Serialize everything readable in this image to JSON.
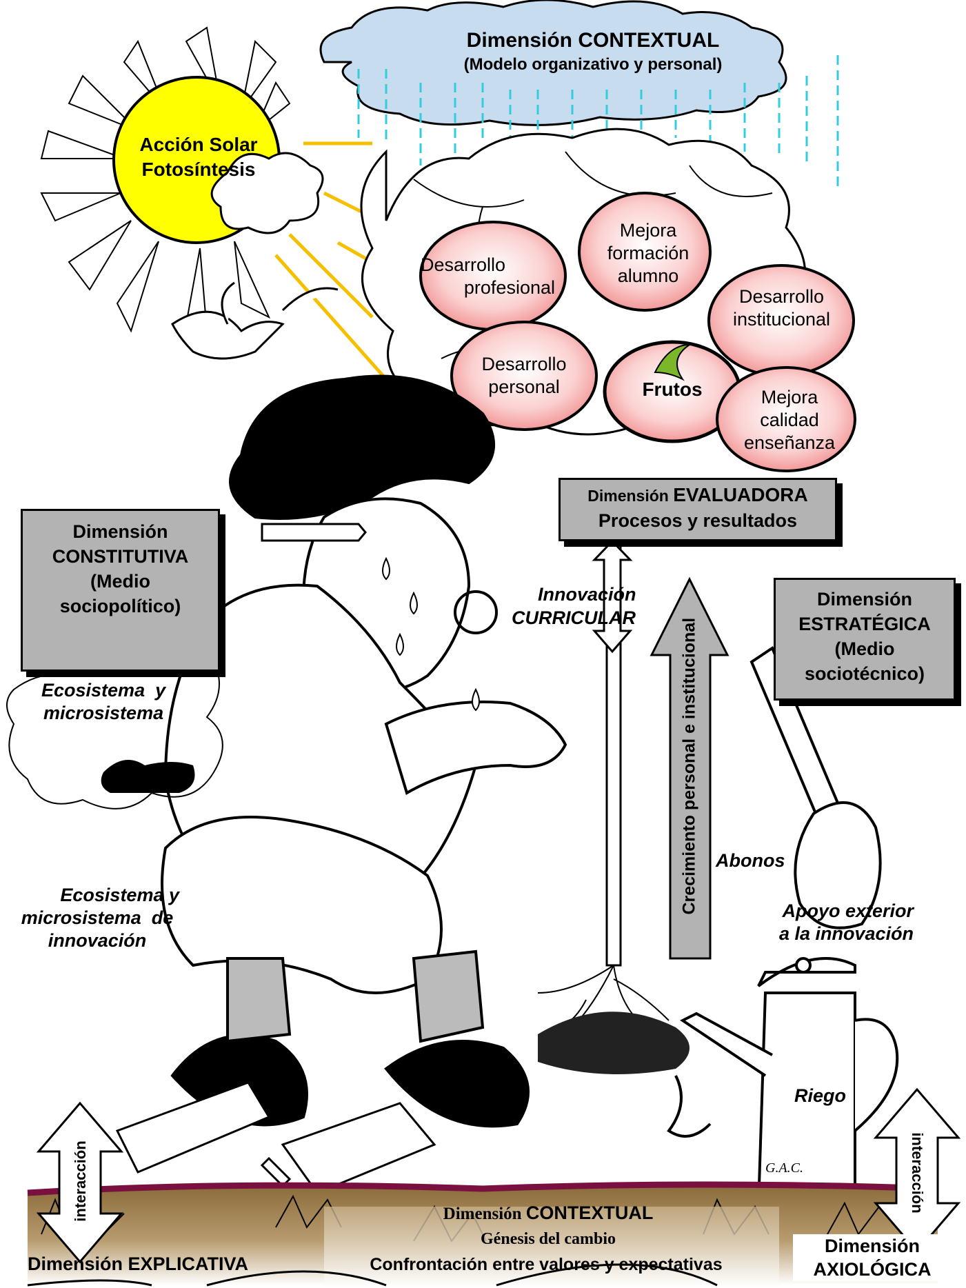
{
  "cloud_top": {
    "line1": "Dimensión CONTEXTUAL",
    "line2": "(Modelo organizativo y personal)"
  },
  "sun": {
    "line1": "Acción Solar",
    "line2": "Fotosíntesis"
  },
  "fruits": {
    "desarrollo_profesional": {
      "line1": "Desarrollo",
      "line2": "profesional"
    },
    "mejora_formacion": {
      "line1": "Mejora",
      "line2": "formación",
      "line3": "alumno"
    },
    "desarrollo_institucional": {
      "line1": "Desarrollo",
      "line2": "institucional"
    },
    "desarrollo_personal": {
      "line1": "Desarrollo",
      "line2": "personal"
    },
    "frutos": "Frutos",
    "mejora_calidad": {
      "line1": "Mejora",
      "line2": "calidad",
      "line3": "enseñanza"
    }
  },
  "boxes": {
    "evaluadora": {
      "line1a": "Dimensión ",
      "line1b": "EVALUADORA",
      "line2": "Procesos y resultados"
    },
    "constitutiva": {
      "line1": "Dimensión",
      "line2": "CONSTITUTIVA",
      "line3": "(Medio",
      "line4": "sociopolítico)"
    },
    "estrategica": {
      "line1": "Dimensión",
      "line2": "ESTRATÉGICA",
      "line3": "(Medio",
      "line4": "sociotécnico)"
    }
  },
  "labels": {
    "innovacion": "Innovación",
    "curricular": "CURRICULAR",
    "crecimiento": "Crecimiento personal e institucional",
    "ecosistema1_a": "Ecosistema  y",
    "ecosistema1_b": "microsistema",
    "ecosistema2_a": "Ecosistema y",
    "ecosistema2_b": "microsistema  de",
    "ecosistema2_c": "innovación",
    "abonos": "Abonos",
    "apoyo_a": "Apoyo exterior",
    "apoyo_b": "a la innovación",
    "riego": "Riego",
    "interaccion_left": "interacción",
    "interaccion_right": "interacción"
  },
  "ground": {
    "dim_a": "Dimensión ",
    "dim_b": "CONTEXTUAL",
    "line2": "Génesis del cambio",
    "line3": "Confrontación entre valores y expectativas"
  },
  "bottom": {
    "explicativa": "Dimensión EXPLICATIVA",
    "axiologica_1": "Dimensión",
    "axiologica_2": "AXIOLÓGICA"
  },
  "colors": {
    "cloud": "#c8dcf0",
    "rain": "#33ccdd",
    "sun": "#ffff00",
    "sun_rays": "#f5c000",
    "fruit": "#f4a8a8",
    "box": "#b3b3b3",
    "arrow": "#b3b3b3",
    "soil": "#9a7a4a",
    "soil_edge": "#7a1040"
  }
}
